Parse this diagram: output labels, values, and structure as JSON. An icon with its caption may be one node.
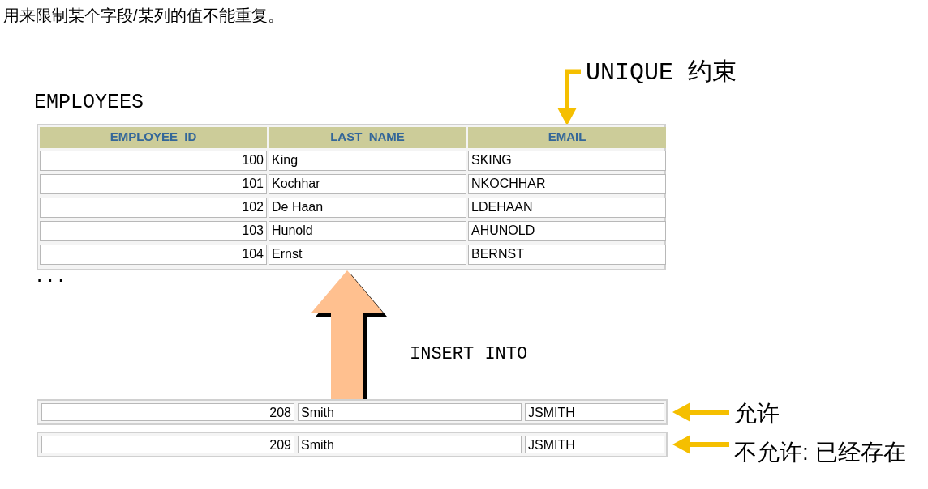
{
  "diagram": {
    "title": "用来限制某个字段/某列的值不能重复。",
    "nodes": [
      {
        "text": [
          "EMPLOYEES"
        ]
      },
      {
        "text": [
          "EMPLOYEE_ID",
          "LAST_NAME",
          "EMAIL"
        ],
        "in": 0
      },
      {
        "text": [
          "100",
          "King",
          "SKING"
        ],
        "in": 0
      },
      {
        "text": [
          "101",
          "Kochhar",
          "NKOCHHAR"
        ],
        "in": 0
      },
      {
        "text": [
          "102",
          "De Haan",
          "LDEHAAN"
        ],
        "in": 0
      },
      {
        "text": [
          "103",
          "Hunold",
          "AHUNOLD"
        ],
        "in": 0
      },
      {
        "text": [
          "104",
          "Ernst",
          "BERNST"
        ],
        "in": 0
      },
      {
        "text": [
          "UNIQUE 约束"
        ]
      },
      {
        "text": [
          "208",
          "Smith",
          "JSMITH"
        ]
      },
      {
        "text": [
          "209",
          "Smith",
          "JSMITH"
        ]
      },
      {
        "text": [
          "允许"
        ]
      },
      {
        "text": [
          "不允许: 已经存在"
        ]
      }
    ],
    "edges": [
      {
        "from": 7,
        "to": 1,
        "arrow": "to"
      },
      {
        "from": 8,
        "to": 0,
        "arrow": "to",
        "label": "INSERT INTO",
        "style": "thick",
        "color": "#ffc08f"
      },
      {
        "from": 10,
        "to": 8,
        "arrow": "to"
      },
      {
        "from": 11,
        "to": 9,
        "arrow": "to"
      }
    ],
    "labels": [
      "..."
    ]
  }
}
